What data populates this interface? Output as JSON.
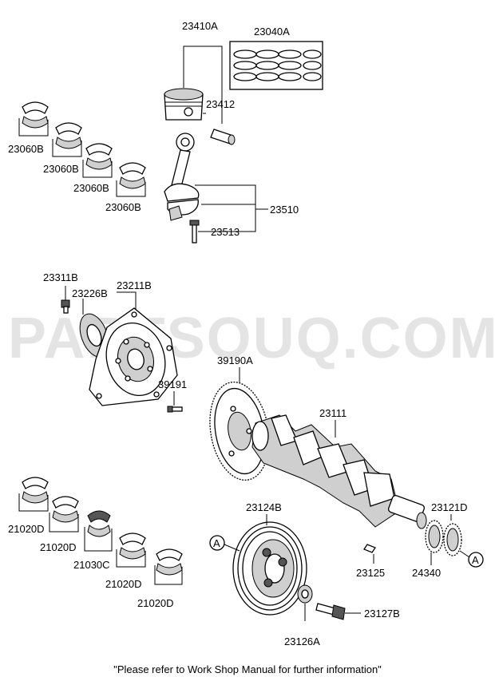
{
  "watermark": "PARTSOUQ.COM",
  "labels": {
    "p23410A": "23410A",
    "p23040A": "23040A",
    "p23412": "23412",
    "p23060B_1": "23060B",
    "p23060B_2": "23060B",
    "p23060B_3": "23060B",
    "p23060B_4": "23060B",
    "p23510": "23510",
    "p23513": "23513",
    "p23311B": "23311B",
    "p23226B": "23226B",
    "p23211B": "23211B",
    "p39190A": "39190A",
    "p39191": "39191",
    "p23111": "23111",
    "p21020D_1": "21020D",
    "p21020D_2": "21020D",
    "p21030C": "21030C",
    "p21020D_3": "21020D",
    "p21020D_4": "21020D",
    "p23124B": "23124B",
    "p23121D": "23121D",
    "p23125": "23125",
    "p24340": "24340",
    "p23127B": "23127B",
    "p23126A": "23126A"
  },
  "markers": {
    "left": "A",
    "right": "A"
  },
  "footer_note": "\"Please refer to Work Shop Manual for further information\""
}
